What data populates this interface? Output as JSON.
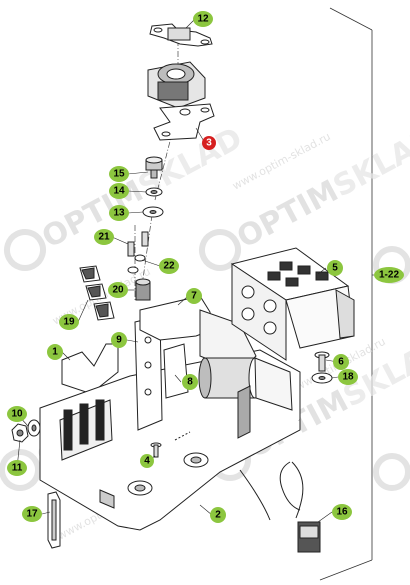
{
  "diagram": {
    "callout_color": "#8cc63f",
    "highlight_color": "#d62020",
    "line_color": "#222222",
    "callouts": [
      {
        "id": "c12",
        "text": "12"
      },
      {
        "id": "c3",
        "text": "3"
      },
      {
        "id": "c15",
        "text": "15"
      },
      {
        "id": "c14",
        "text": "14"
      },
      {
        "id": "c13",
        "text": "13"
      },
      {
        "id": "c21",
        "text": "21"
      },
      {
        "id": "c22",
        "text": "22"
      },
      {
        "id": "c20",
        "text": "20"
      },
      {
        "id": "c7",
        "text": "7"
      },
      {
        "id": "c19",
        "text": "19"
      },
      {
        "id": "c9",
        "text": "9"
      },
      {
        "id": "c1",
        "text": "1"
      },
      {
        "id": "c6",
        "text": "6"
      },
      {
        "id": "c10",
        "text": "10"
      },
      {
        "id": "c11",
        "text": "11"
      },
      {
        "id": "c4",
        "text": "4"
      },
      {
        "id": "c17",
        "text": "17"
      },
      {
        "id": "c2",
        "text": "2"
      },
      {
        "id": "c5",
        "text": "5"
      },
      {
        "id": "c1-22",
        "text": "1-22"
      },
      {
        "id": "c8",
        "text": "8"
      },
      {
        "id": "c18",
        "text": "18"
      },
      {
        "id": "c16",
        "text": "16"
      }
    ],
    "watermark": {
      "brand_prefix": "OPTIM",
      "brand_suffix": "SKLAD",
      "site": "www.optim-sklad.ru"
    }
  }
}
